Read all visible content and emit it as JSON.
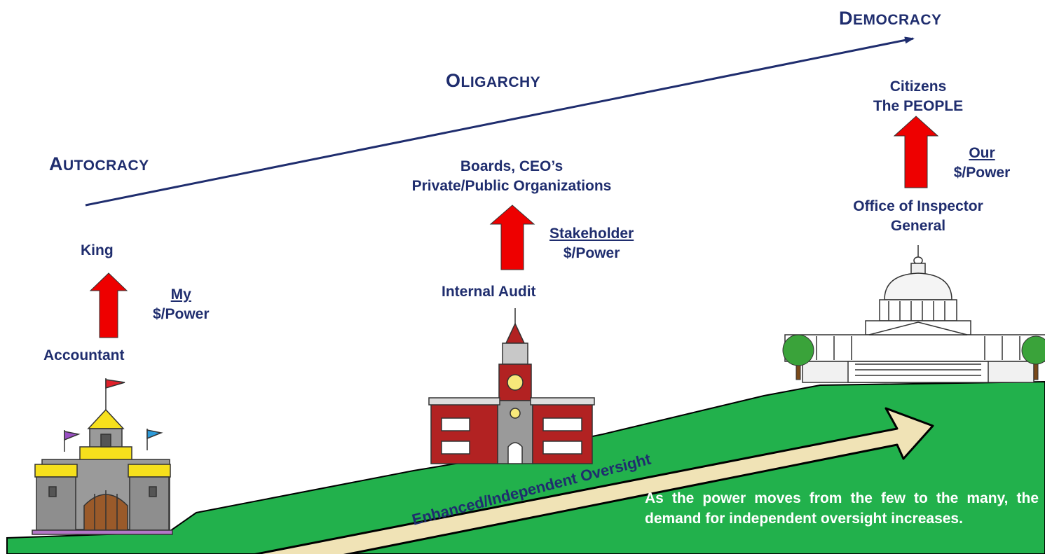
{
  "eras": {
    "autocracy": {
      "first": "A",
      "rest": "UTOCRACY"
    },
    "oligarchy": {
      "first": "O",
      "rest": "LIGARCHY"
    },
    "democracy": {
      "first": "D",
      "rest": "EMOCRACY"
    }
  },
  "autocracy_stage": {
    "top": "King",
    "bottom": "Accountant",
    "flow_owner": "My",
    "flow_label": "$/Power"
  },
  "oligarchy_stage": {
    "top_line1": "Boards, CEO’s",
    "top_line2": "Private/Public Organizations",
    "bottom": "Internal Audit",
    "flow_owner": "Stakeholder",
    "flow_label": "$/Power"
  },
  "democracy_stage": {
    "top_line1": "Citizens",
    "top_line2": "The PEOPLE",
    "bottom_line1": "Office of Inspector",
    "bottom_line2": "General",
    "flow_owner": "Our",
    "flow_label": "$/Power"
  },
  "oversight_arrow_label": "Enhanced/Independent Oversight",
  "conclusion": "As the power moves from the few to the many, the demand for independent oversight increases.",
  "colors": {
    "text": "#1f2d6e",
    "trend_line": "#1f2d6e",
    "up_arrow": "#ee0000",
    "hill": "#22b14c",
    "oversight_arrow": "#f0e3b6",
    "oversight_text": "#1f2d6e"
  }
}
